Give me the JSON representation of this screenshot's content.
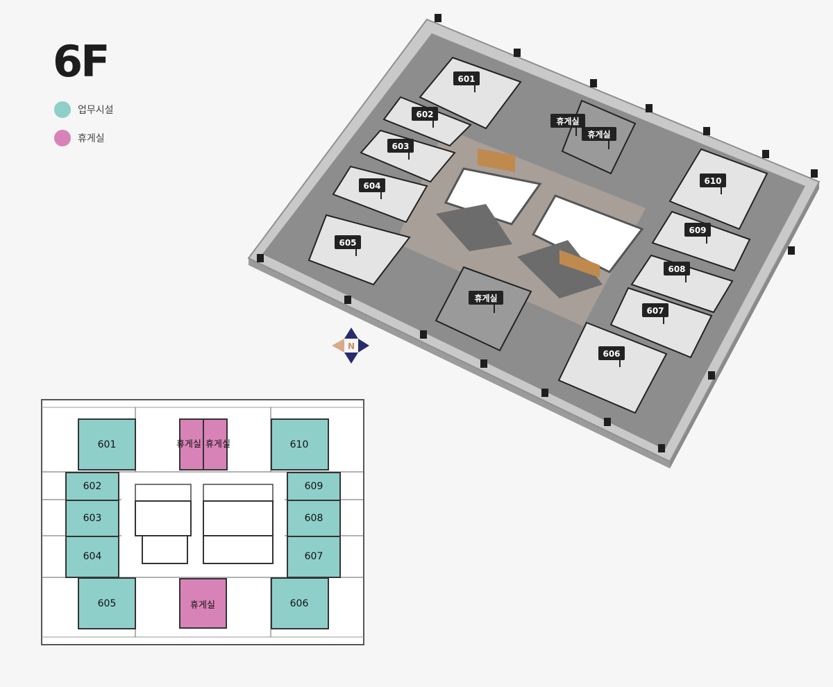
{
  "floor": "6F",
  "legend": [
    {
      "label": "업무시설",
      "color": "#8fcfc9"
    },
    {
      "label": "휴게실",
      "color": "#d883b8"
    }
  ],
  "compass": {
    "letter": "N"
  },
  "iso_rooms": [
    {
      "id": "601"
    },
    {
      "id": "602"
    },
    {
      "id": "603"
    },
    {
      "id": "604"
    },
    {
      "id": "605"
    },
    {
      "id": "606"
    },
    {
      "id": "607"
    },
    {
      "id": "608"
    },
    {
      "id": "609"
    },
    {
      "id": "610"
    },
    {
      "id": "휴게실"
    },
    {
      "id": "휴게실"
    },
    {
      "id": "휴게실"
    }
  ],
  "plan_rooms": [
    {
      "id": "601",
      "type": "office"
    },
    {
      "id": "602",
      "type": "office"
    },
    {
      "id": "603",
      "type": "office"
    },
    {
      "id": "604",
      "type": "office"
    },
    {
      "id": "605",
      "type": "office"
    },
    {
      "id": "606",
      "type": "office"
    },
    {
      "id": "607",
      "type": "office"
    },
    {
      "id": "608",
      "type": "office"
    },
    {
      "id": "609",
      "type": "office"
    },
    {
      "id": "610",
      "type": "office"
    },
    {
      "id": "휴게실",
      "type": "lounge"
    },
    {
      "id": "휴게실",
      "type": "lounge"
    },
    {
      "id": "휴게실",
      "type": "lounge"
    }
  ],
  "colors": {
    "office": "#8fcfc9",
    "lounge": "#d883b8"
  }
}
